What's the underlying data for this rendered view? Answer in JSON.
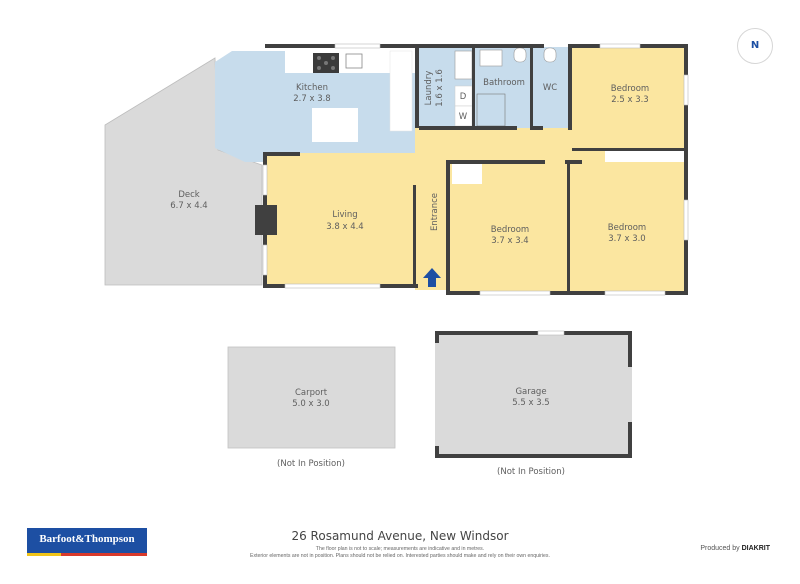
{
  "plan": {
    "address": "26 Rosamund Avenue, New Windsor",
    "disclaimer_line1": "The floor plan is not to scale; measurements are indicative and in metres.",
    "disclaimer_line2": "Exterior elements are not in position. Plans should not be relied on. Interested parties should make and rely on their own enquiries.",
    "compass_label": "N",
    "brand": "Barfoot&Thompson",
    "credit_prefix": "Produced by",
    "credit_brand": "DIAKRIT"
  },
  "rooms": {
    "kitchen": {
      "name": "Kitchen",
      "size": "2.7 x 3.8"
    },
    "laundry": {
      "name": "Laundry",
      "size": "1.6 x 1.6"
    },
    "bathroom": {
      "name": "Bathroom"
    },
    "wc": {
      "name": "WC"
    },
    "bedroom1": {
      "name": "Bedroom",
      "size": "2.5 x 3.3"
    },
    "deck": {
      "name": "Deck",
      "size": "6.7 x 4.4"
    },
    "living": {
      "name": "Living",
      "size": "3.8 x 4.4"
    },
    "entrance": {
      "name": "Entrance"
    },
    "bedroom2": {
      "name": "Bedroom",
      "size": "3.7 x 3.4"
    },
    "bedroom3": {
      "name": "Bedroom",
      "size": "3.7 x 3.0"
    },
    "carport": {
      "name": "Carport",
      "size": "5.0 x 3.0",
      "note": "(Not In Position)"
    },
    "garage": {
      "name": "Garage",
      "size": "5.5 x 3.5",
      "note": "(Not In Position)"
    }
  },
  "fixtures": {
    "dryer": "D",
    "washer": "W"
  },
  "colors": {
    "wet_area": "#c7dcec",
    "living_area": "#fbe6a0",
    "exterior": "#dadada",
    "wall": "#404040",
    "accent": "#1d4fa3"
  }
}
